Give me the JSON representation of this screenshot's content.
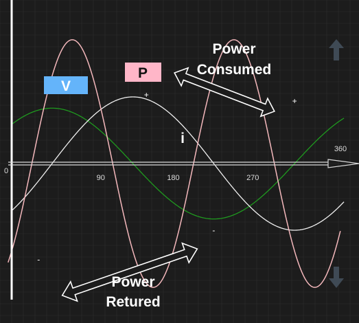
{
  "chart_data": {
    "type": "line",
    "x_unit": "degrees",
    "xlim": [
      0,
      360
    ],
    "ylim": [
      -1.5,
      1.5
    ],
    "grid": true,
    "x_tick_labels": [
      {
        "value": 0,
        "label": "0"
      },
      {
        "value": 90,
        "label": "90"
      },
      {
        "value": 180,
        "label": "180"
      },
      {
        "value": 270,
        "label": "270"
      },
      {
        "value": 360,
        "label": "360"
      }
    ],
    "series": [
      {
        "name": "V",
        "color": "#f0f0f0",
        "amplitude": 0.77,
        "phase_deg": -45
      },
      {
        "name": "i",
        "color": "#1f9a1f",
        "amplitude": 0.64,
        "phase_deg": 45
      },
      {
        "name": "P",
        "color": "#f4b8bc",
        "amplitude": 1.43,
        "phase_deg": -45,
        "frequency": 2
      }
    ],
    "labels": {
      "v": "V",
      "p": "P",
      "i": "i",
      "power_consumed": [
        "Power",
        "Consumed"
      ],
      "power_returned": [
        "Power",
        "Retured"
      ],
      "signs": [
        {
          "text": "+",
          "x": 150,
          "y": 0.76
        },
        {
          "text": "+",
          "x": 315,
          "y": 0.69
        },
        {
          "text": "-",
          "x": 225,
          "y": -0.8
        },
        {
          "text": "-",
          "x": 30,
          "y": -1.14
        }
      ]
    },
    "colors": {
      "background": "#1c1c1c",
      "grid": "#2e2e2e",
      "axis": "#d8d8d8",
      "v_label_bg": "#64b4fa",
      "p_label_bg": "#ffb6c8",
      "arrow": "#ffffff",
      "side_arrows": "#3f4a55"
    },
    "icons": [
      "arrow-up-icon",
      "arrow-down-icon"
    ]
  }
}
